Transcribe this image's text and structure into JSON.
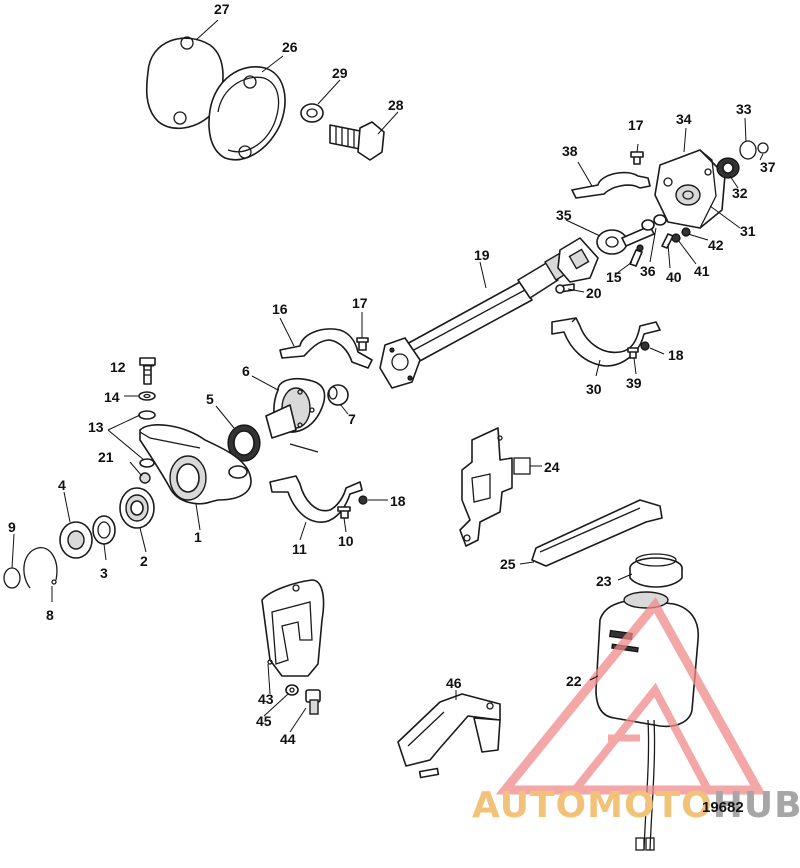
{
  "callouts": {
    "c1": "1",
    "c2": "2",
    "c3": "3",
    "c4": "4",
    "c5": "5",
    "c6": "6",
    "c7": "7",
    "c8": "8",
    "c9": "9",
    "c10": "10",
    "c11": "11",
    "c12": "12",
    "c13": "13",
    "c14": "14",
    "c15": "15",
    "c16": "16",
    "c17a": "17",
    "c17b": "17",
    "c18a": "18",
    "c18b": "18",
    "c19": "19",
    "c20": "20",
    "c21": "21",
    "c22": "22",
    "c23": "23",
    "c24": "24",
    "c25": "25",
    "c26": "26",
    "c27": "27",
    "c28": "28",
    "c29": "29",
    "c30": "30",
    "c31": "31",
    "c32": "32",
    "c33": "33",
    "c34": "34",
    "c35": "35",
    "c36": "36",
    "c37": "37",
    "c38": "38",
    "c39": "39",
    "c40": "40",
    "c41": "41",
    "c42": "42",
    "c43": "43",
    "c44": "44",
    "c45": "45",
    "c46": "46"
  },
  "figure_number": "19682",
  "watermark": {
    "part1": "AUTOMOTO",
    "part2": "HUB",
    "color_primary": "#f3c27a",
    "color_secondary": "#a6a6a6",
    "triangle_color": "#f08a8a"
  }
}
